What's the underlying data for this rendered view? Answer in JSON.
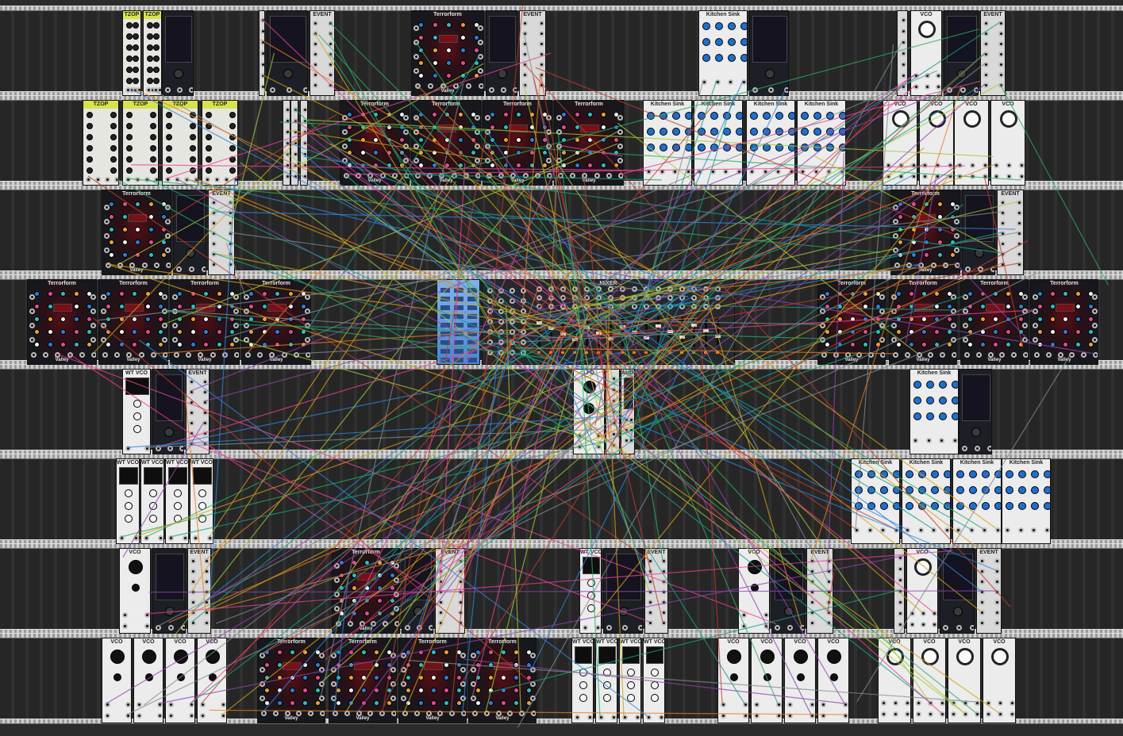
{
  "labels": {
    "terrarium": "Terrorform",
    "valley": "Valley",
    "event": "EVENT",
    "tzop": "TZOP",
    "wtvco": "WT VCO",
    "vco": "VCO",
    "kitchen": "Kitchen Sink",
    "lfo": "LFO",
    "audio": "AUDIO",
    "mixer": "MIXER"
  },
  "colors": {
    "cable_palette": [
      "#c0392b",
      "#2e86de",
      "#27ae60",
      "#d4a017",
      "#8e44ad",
      "#e67e22",
      "#16a085",
      "#e84393",
      "#7f8c8d",
      "#a3cb38"
    ],
    "terrarium_knob_blue": "#2f7fd6",
    "terrarium_knob_orange": "#e8a23a",
    "kitchen_knob": "#1f6fd0",
    "rail": "#b0b0b0"
  },
  "rows": 8
}
